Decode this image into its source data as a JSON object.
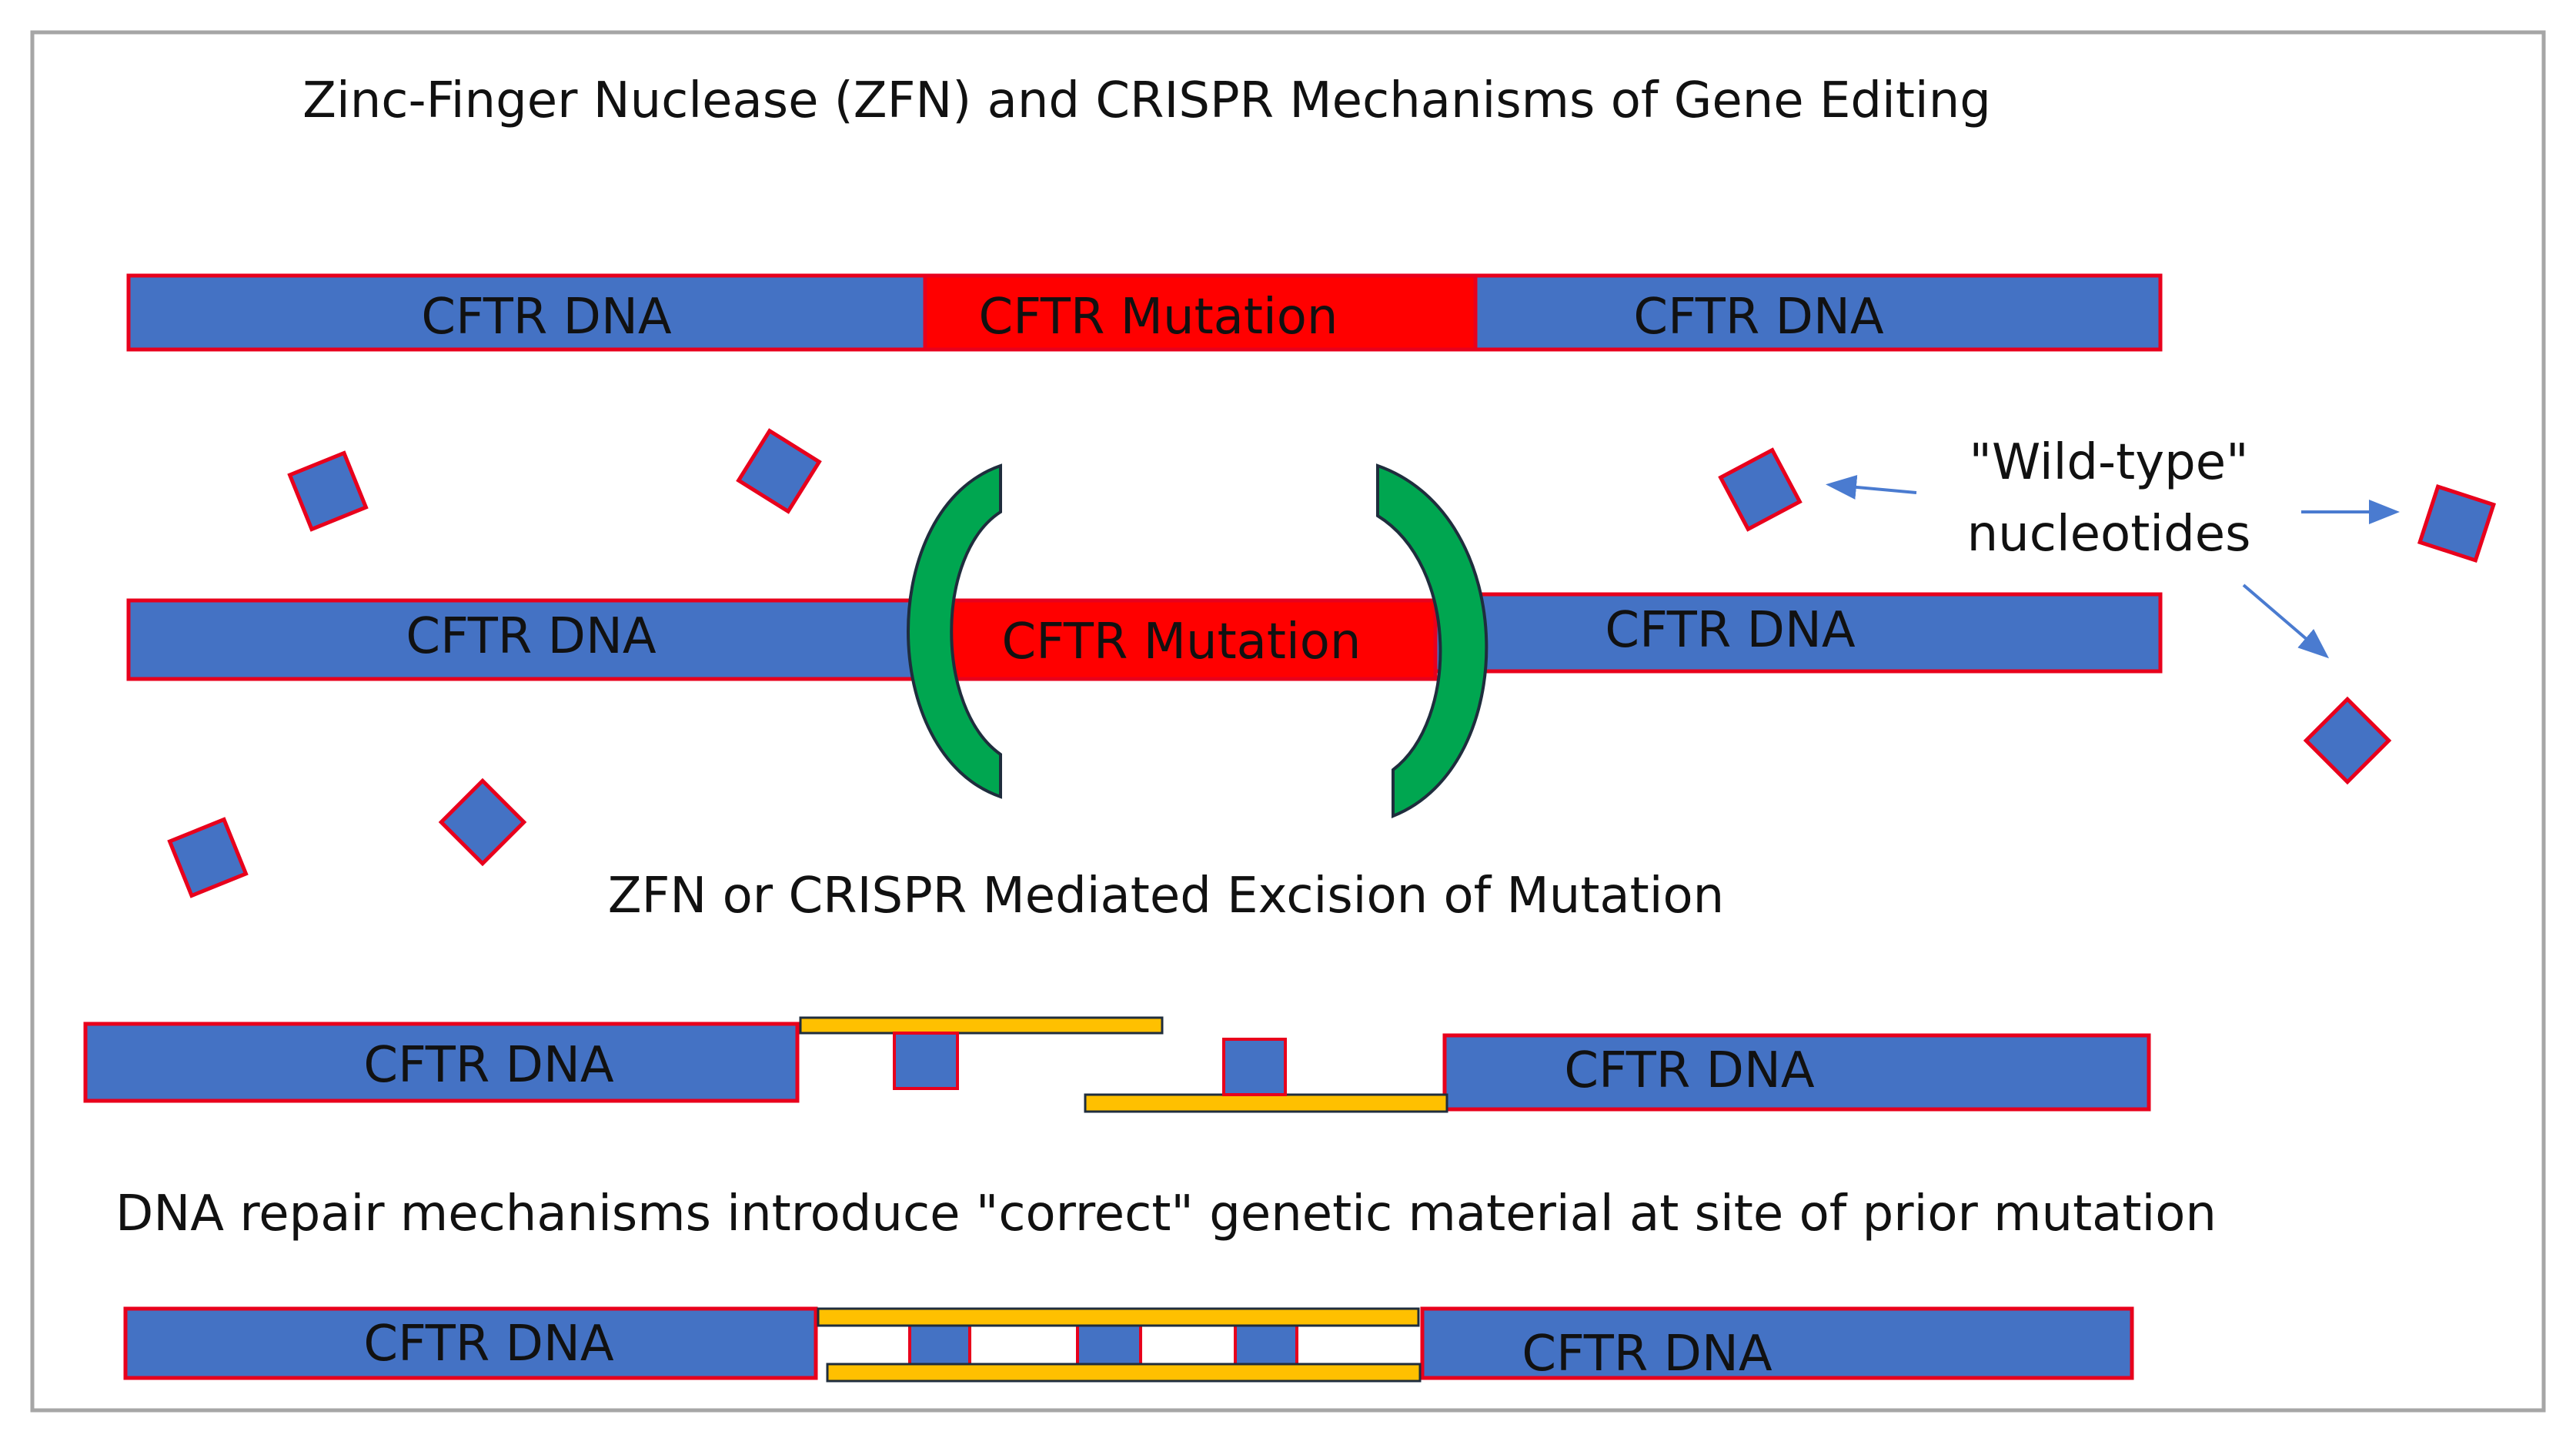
{
  "title": "Zinc-Finger Nuclease (ZFN) and CRISPR Mechanisms of Gene Editing",
  "colors": {
    "dna": "#4472c4",
    "mutation": "#ff0000",
    "border": "#e8001c",
    "enzyme": "#00a650",
    "strand": "#ffc000",
    "frame": "#a6a6a6",
    "arrow": "#4a7bd0"
  },
  "labels": {
    "dna": "CFTR DNA",
    "mutation": "CFTR Mutation",
    "wild_type_line1": "\"Wild-type\"",
    "wild_type_line2": "nucleotides"
  },
  "captions": {
    "excision": "ZFN or CRISPR Mediated Excision of Mutation",
    "repair": "DNA repair mechanisms introduce \"correct\" genetic material at site of prior mutation"
  }
}
